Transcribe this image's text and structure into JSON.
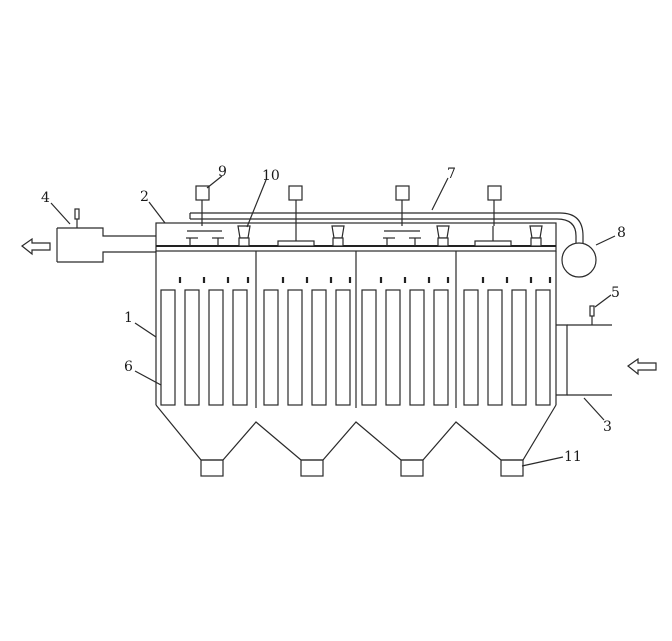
{
  "labels": {
    "l1": "1",
    "l2": "2",
    "l3": "3",
    "l4": "4",
    "l5": "5",
    "l6": "6",
    "l7": "7",
    "l8": "8",
    "l9": "9",
    "l10": "10",
    "l11": "11"
  },
  "colors": {
    "line": "#2a2a2a",
    "background": "#ffffff"
  }
}
